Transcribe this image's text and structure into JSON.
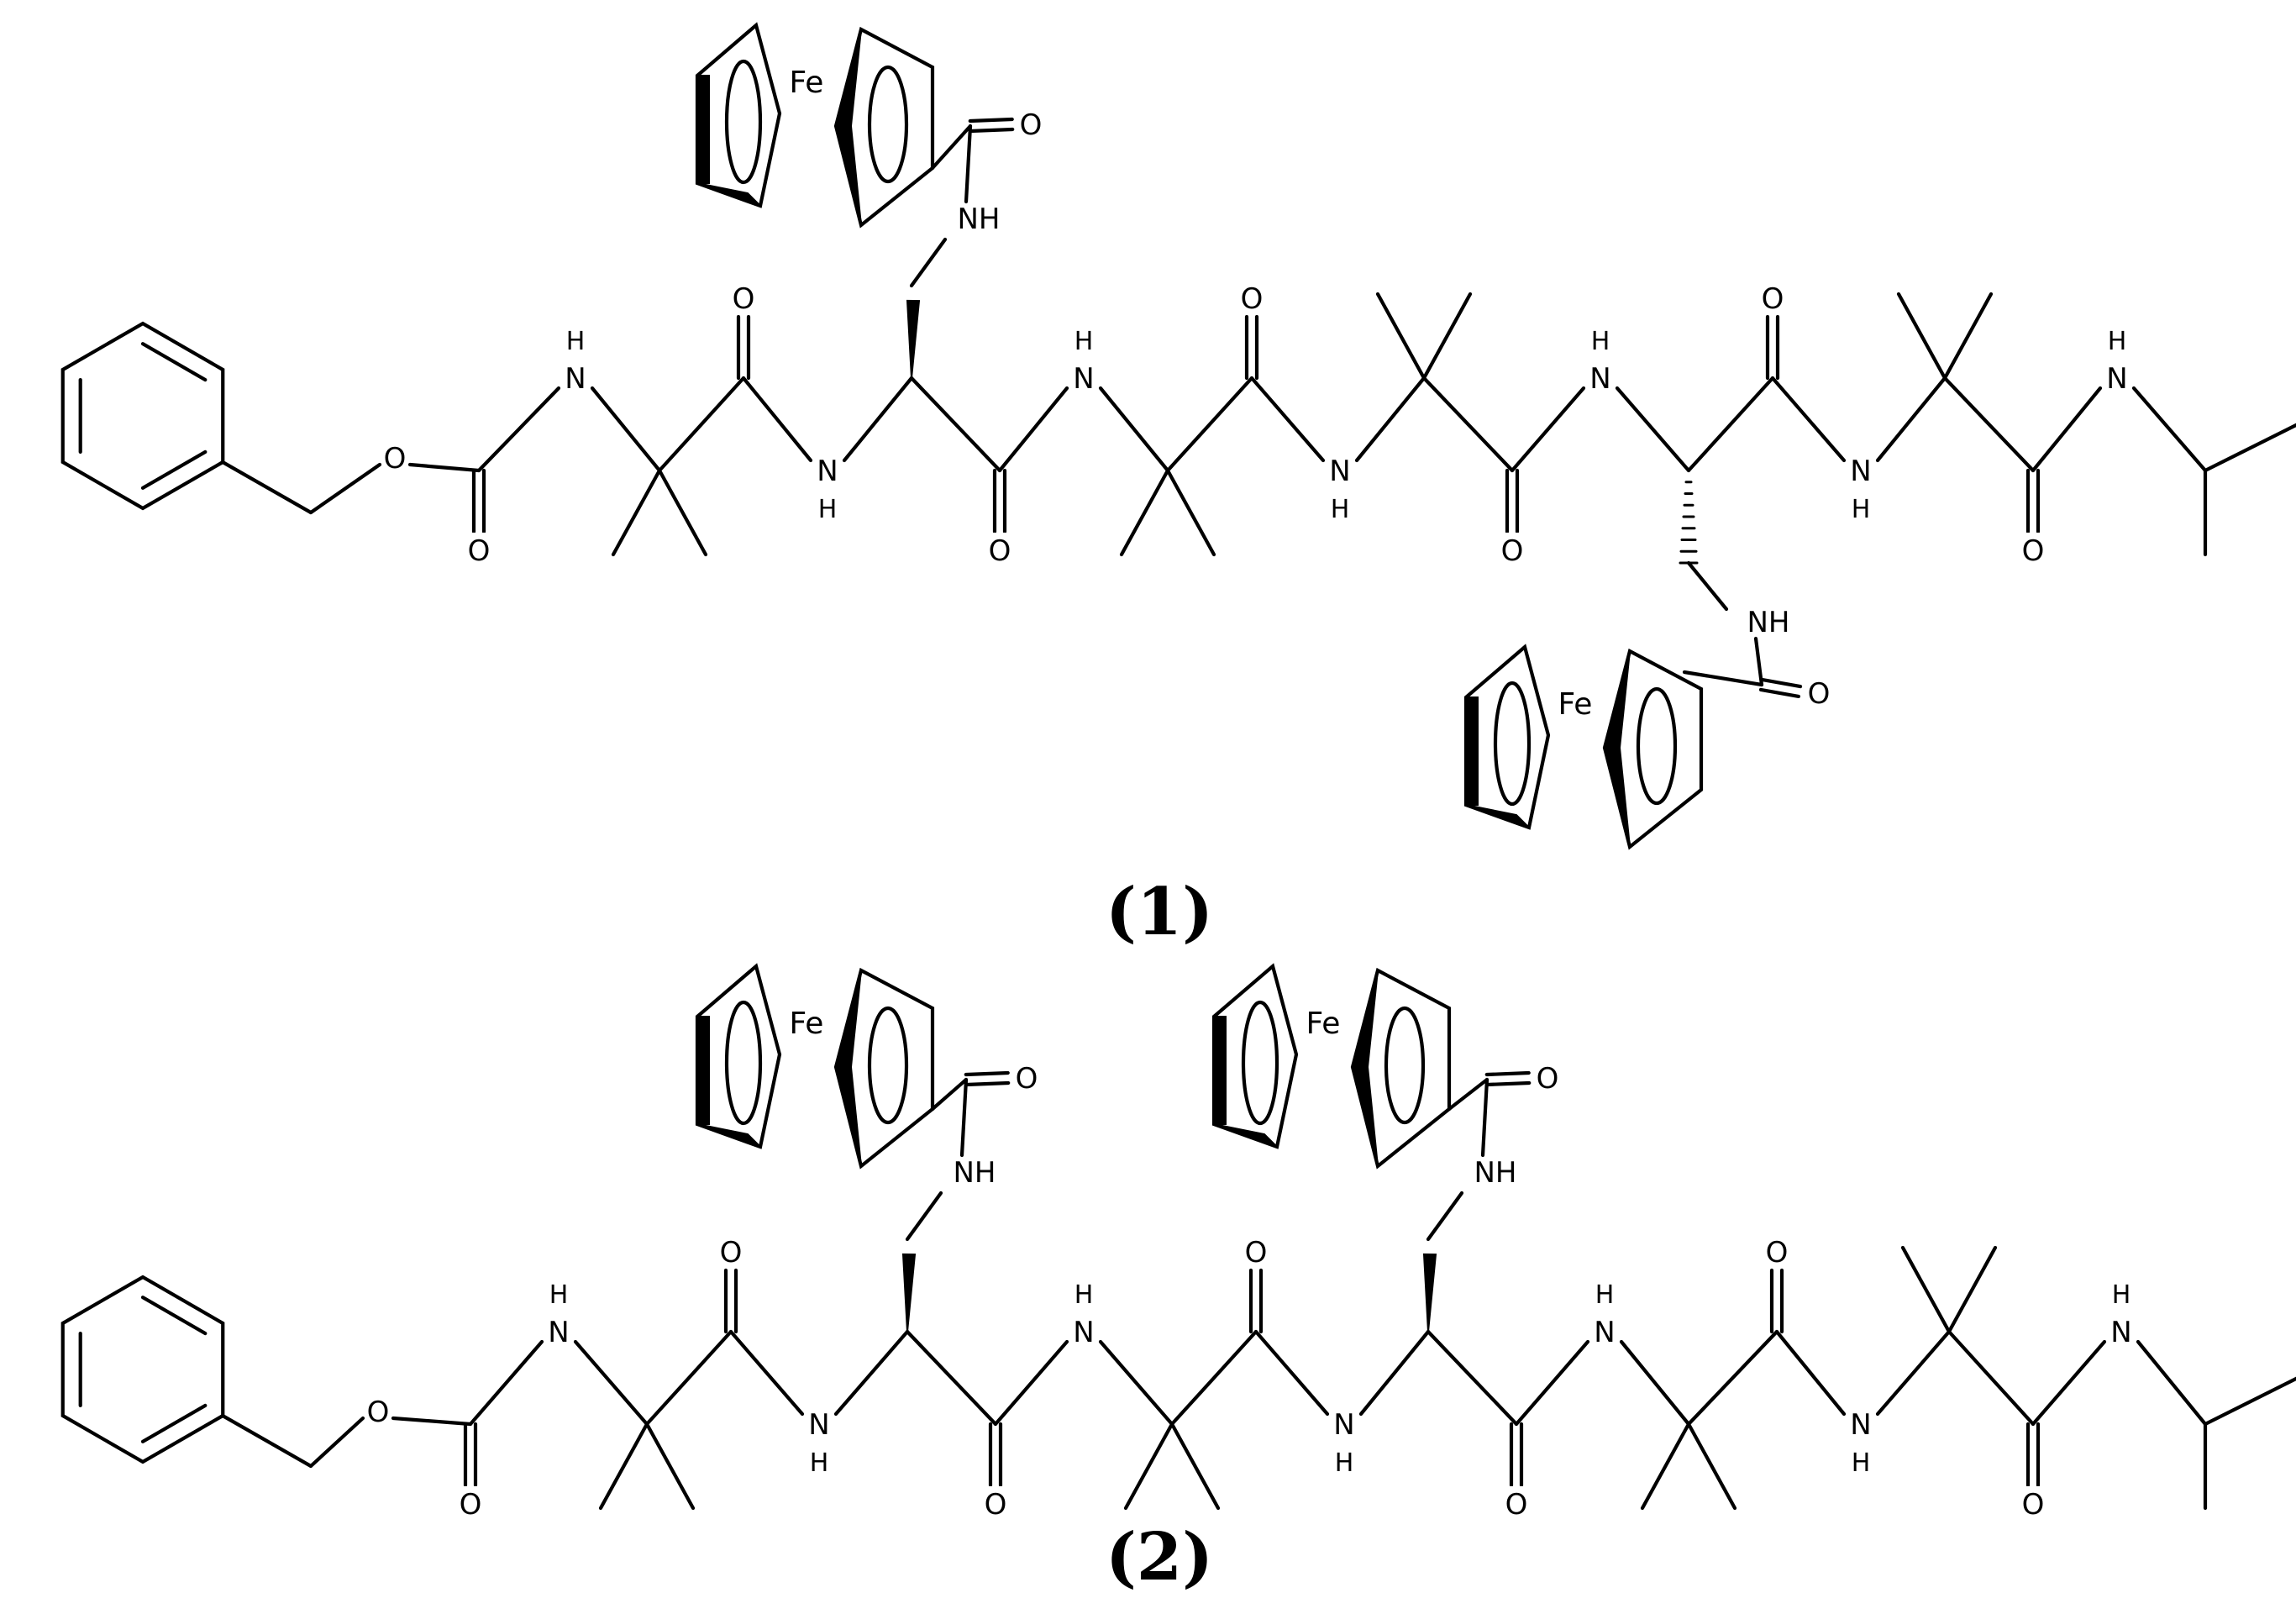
{
  "atoms": {
    "nh": "NH",
    "o": "O",
    "h": "H",
    "n": "N",
    "fe": "Fe"
  },
  "compounds": [
    {
      "label_open": "(",
      "number": "1",
      "label_close": ")"
    },
    {
      "label_open": "(",
      "number": "2",
      "label_close": ")"
    }
  ],
  "colors": {
    "ink": "#000000",
    "background": "#ffffff"
  }
}
